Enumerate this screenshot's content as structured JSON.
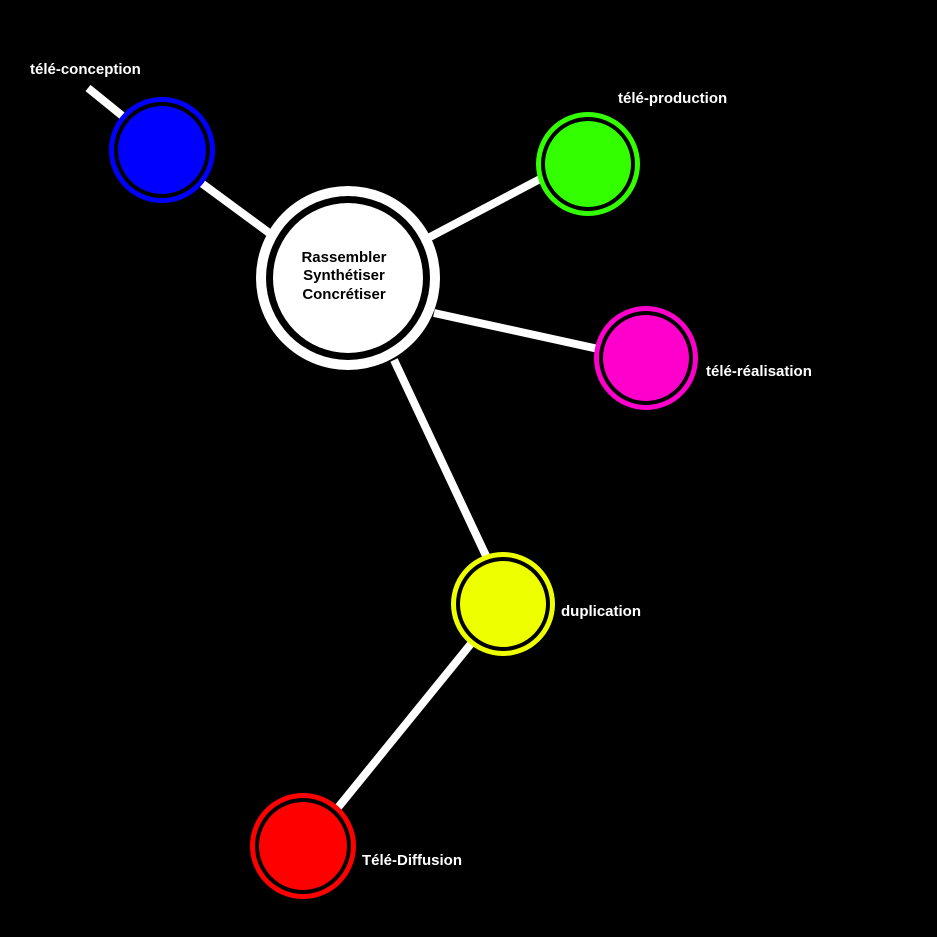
{
  "center": {
    "lines": [
      "Rassembler",
      "Synthétiser",
      "Concrétiser"
    ],
    "color": "#ffffff"
  },
  "nodes": [
    {
      "id": "tele-conception",
      "label": "télé-conception",
      "color": "#0000ff"
    },
    {
      "id": "tele-production",
      "label": "télé-production",
      "color": "#33ff00"
    },
    {
      "id": "tele-realisation",
      "label": "télé-réalisation",
      "color": "#ff00cc"
    },
    {
      "id": "duplication",
      "label": "duplication",
      "color": "#eeff00"
    },
    {
      "id": "tele-diffusion",
      "label": "Télé-Diffusion",
      "color": "#ff0000"
    }
  ],
  "background": "#000000"
}
